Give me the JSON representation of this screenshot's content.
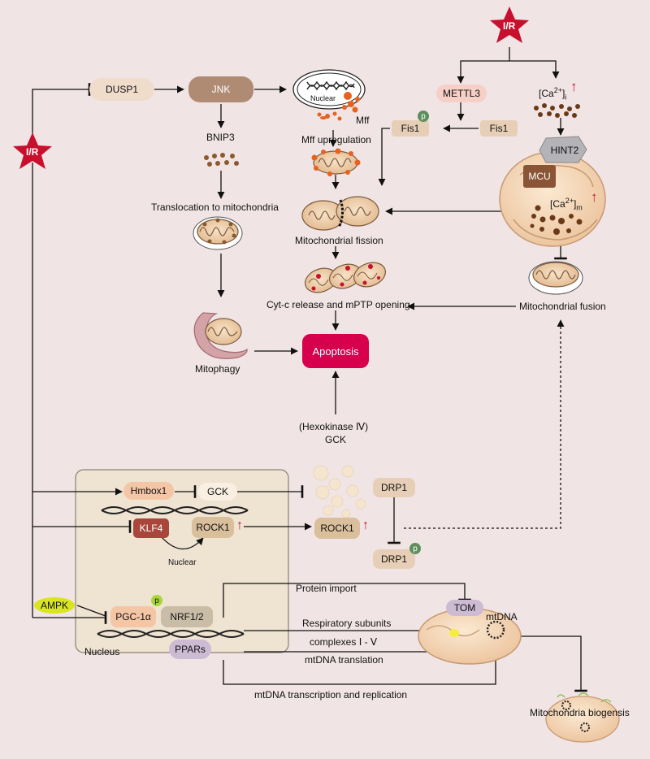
{
  "triggers": {
    "ir": "I/R"
  },
  "top_left": {
    "dusp1": "DUSP1",
    "jnk": "JNK",
    "bnip3": "BNIP3",
    "translocation": "Translocation to mitochondria",
    "mitophagy": "Mitophagy"
  },
  "center": {
    "nuclear": "Nuclear",
    "mff": "Mff",
    "mff_up": "Mff upregulation",
    "fission": "Mitochondrial fission",
    "cytc": "Cyt-c release and mPTP opening",
    "apoptosis": "Apoptosis",
    "hexokinase": "(Hexokinase Ⅳ)",
    "gck": "GCK"
  },
  "right": {
    "mettl3": "METTL3",
    "fis1": "Fis1",
    "fis1_p": "Fis1",
    "p": "p",
    "ca_i_base": "[Ca",
    "ca_sup": "2+",
    "ca_i_close": "]",
    "ca_i_sub": "i",
    "hint2": "HINT2",
    "mcu": "MCU",
    "ca_m_base": "[Ca",
    "ca_m_close": "]",
    "ca_m_sub": "m",
    "fusion": "Mitochondrial fusion"
  },
  "nucleus_panel": {
    "hmbox1": "Hmbox1",
    "gck": "GCK",
    "klf4": "KLF4",
    "rock1": "ROCK1",
    "nuclear": "Nuclear",
    "ampk": "AMPK",
    "pgc1a": "PGC-1α",
    "nrf12": "NRF1/2",
    "ppars": "PPARs",
    "nucleus": "Nucleus"
  },
  "bottom_right": {
    "drp1": "DRP1",
    "rock1": "ROCK1",
    "drp1_p": "DRP1",
    "protein_import": "Protein import",
    "tom": "TOM",
    "mtdna": "mtDNA",
    "resp_subunits": "Respiratory subunits",
    "complexes": "complexes Ⅰ - Ⅴ",
    "mtdna_translation": "mtDNA translation",
    "mtdna_transcription": "mtDNA transcription and replication",
    "biogenesis": "Mitochondria biogensis"
  },
  "colors": {
    "background": "#f1e4e4",
    "apoptosis": "#d6004c",
    "ir_star": "#c8102e",
    "dusp1": "#f0dccb",
    "jnk": "#b08b74",
    "mettl3": "#f6cfc6",
    "mcu": "#8a5436",
    "klf4": "#a8463c",
    "ampk": "#d9e51e",
    "tom": "#cdbbd3",
    "ppars": "#cdbbd3",
    "nucleus_panel": "#efe3d1"
  }
}
